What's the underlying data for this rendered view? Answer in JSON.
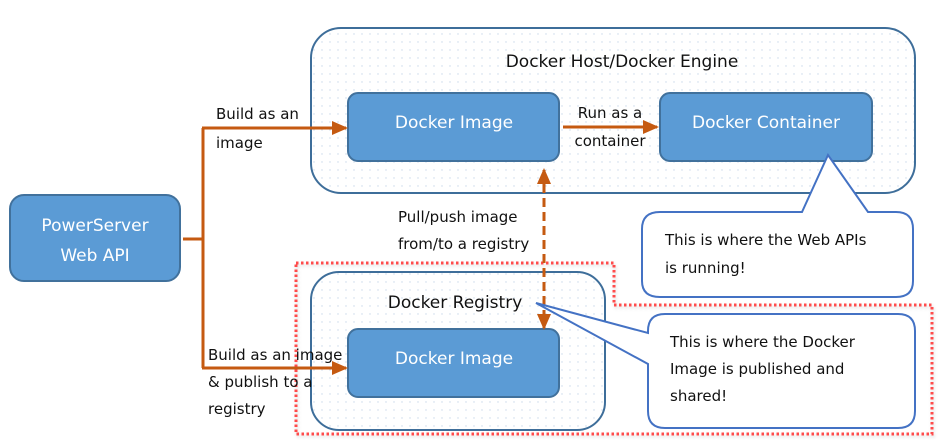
{
  "colors": {
    "node_fill": "#5b9bd5",
    "node_stroke": "#41719c",
    "group_stroke": "#3e6e9a",
    "group_dots": "#c9d9ea",
    "arrow": "#c55a11",
    "callout_stroke": "#4472c4",
    "highlight_dots": "#ff4b4b"
  },
  "nodes": {
    "powerserver": {
      "line1": "PowerServer",
      "line2": "Web API"
    },
    "host_image": {
      "label": "Docker Image"
    },
    "container": {
      "label": "Docker Container"
    },
    "registry_image": {
      "label": "Docker Image"
    }
  },
  "groups": {
    "docker_host": {
      "title": "Docker Host/Docker Engine"
    },
    "docker_registry": {
      "title": "Docker Registry"
    }
  },
  "edges": {
    "build_image": {
      "line1": "Build as an",
      "line2": "image"
    },
    "run_container": {
      "line1": "Run as a",
      "line2": "container"
    },
    "pull_push": {
      "line1": "Pull/push image",
      "line2": "from/to a registry"
    },
    "build_publish": {
      "line1": "Build as an image",
      "line2": "& publish to a",
      "line3": "registry"
    }
  },
  "callouts": {
    "web_apis": {
      "line1": "This is where the Web APIs",
      "line2": "is running!"
    },
    "published": {
      "line1": "This is where the Docker",
      "line2": "Image is published and",
      "line3": "shared!"
    }
  }
}
